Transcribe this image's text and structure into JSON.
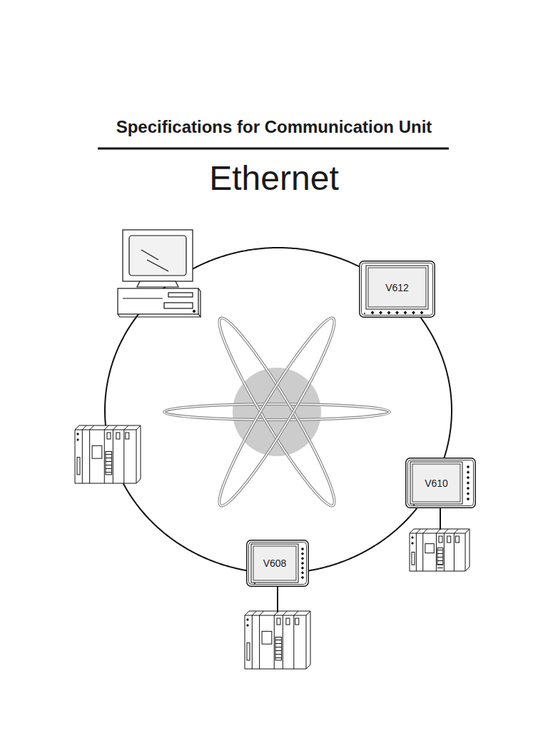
{
  "diagram": {
    "title": "Specifications for Communication Unit",
    "nodes": [
      {
        "text": [
          "V612"
        ]
      },
      {
        "text": [
          "V610"
        ]
      },
      {
        "text": [
          "V608"
        ]
      }
    ],
    "edges": [
      {
        "from": 0,
        "to": 1,
        "arrow": "none"
      },
      {
        "from": 1,
        "to": 2,
        "arrow": "none"
      }
    ],
    "labels": [
      "Ethernet"
    ]
  }
}
